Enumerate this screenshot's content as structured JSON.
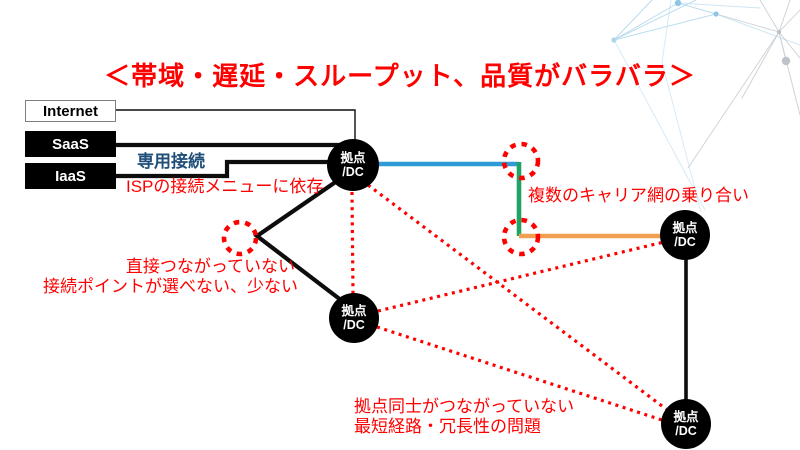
{
  "title": "＜帯域・遅延・スループット、品質がバラバラ＞",
  "colors": {
    "red": "#FF0000",
    "blue_line": "#2E9BD6",
    "green_line": "#21A366",
    "orange_line": "#F0A050",
    "dark_blue_text": "#1F4E79",
    "black": "#0D0D0D",
    "deco_blue": "#A9D4EC",
    "deco_gray": "#C6CBD2"
  },
  "sources": [
    {
      "label": "Internet"
    },
    {
      "label": "SaaS"
    },
    {
      "label": "IaaS"
    }
  ],
  "annotations": {
    "dedicated": "専用接続",
    "isp": "ISPの接続メニューに依存",
    "carrier": "複数のキャリア網の乗り合い",
    "direct1": "直接つながっていない",
    "direct2": "接続ポイントが選べない、少ない",
    "sites1": "拠点同士がつながっていない",
    "sites2": "最短経路・冗長性の問題"
  },
  "nodes": [
    {
      "id": "hub",
      "line1": "拠点",
      "line2": "/DC"
    },
    {
      "id": "east",
      "line1": "拠点",
      "line2": "/DC"
    },
    {
      "id": "south",
      "line1": "拠点",
      "line2": "/DC"
    },
    {
      "id": "southeast",
      "line1": "拠点",
      "line2": "/DC"
    }
  ]
}
